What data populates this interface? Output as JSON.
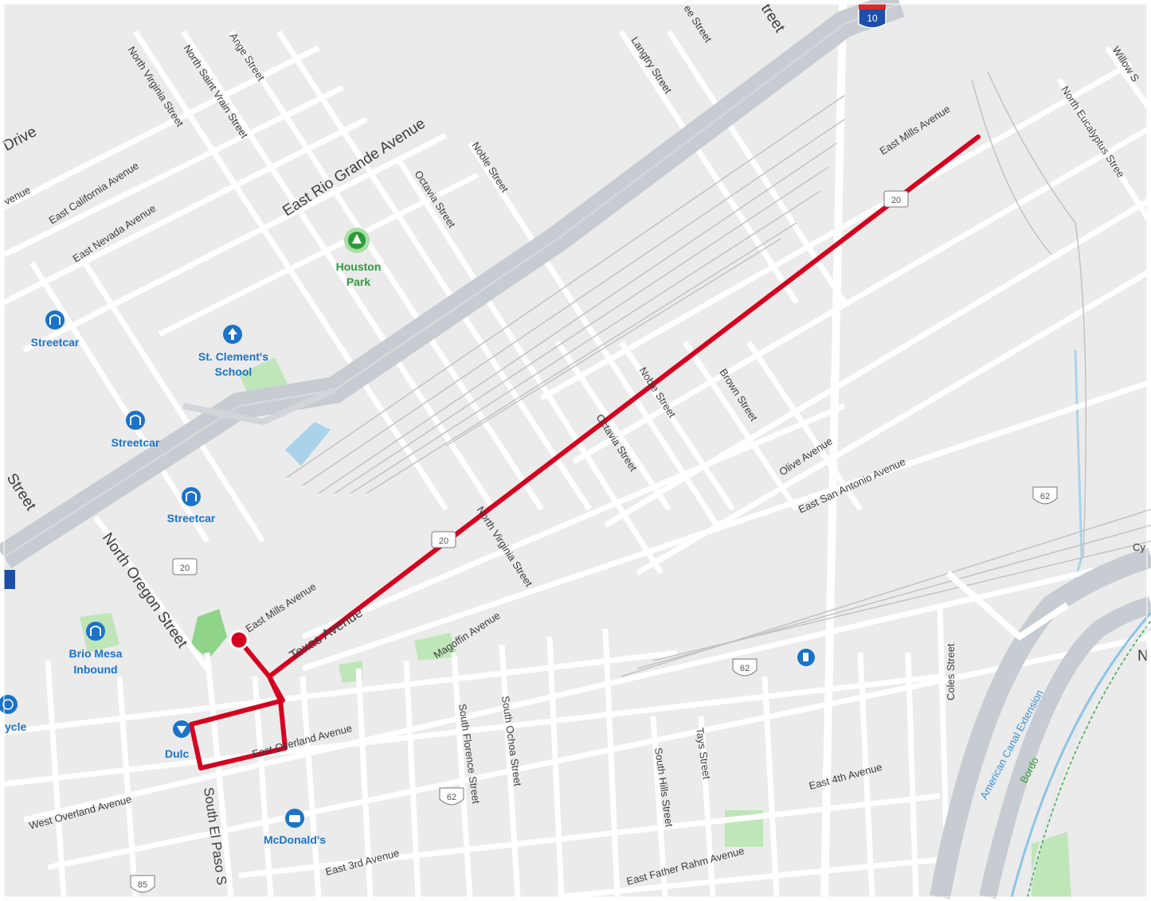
{
  "colors": {
    "background": "#ebebeb",
    "street": "#ffffff",
    "highway": "#c7ccd2",
    "park": "#a9dfa3",
    "water": "#aad3ea",
    "route": "#d4001f",
    "transit_blue": "#1a73c8",
    "park_label": "#2f9a3b",
    "rail": "#b8b8b8"
  },
  "streets": {
    "east_rio_grande": "East Rio Grande Avenue",
    "drive": "Drive",
    "avenue_left": "venue",
    "east_california": "East California Avenue",
    "east_nevada": "East Nevada Avenue",
    "north_virginia_top": "North Virginia Street",
    "north_saint_vrain": "North Saint Vrain Street",
    "ange": "Ange Street",
    "octavia_top": "Octavia Street",
    "noble_top": "Noble Street",
    "langtry": "Langtry Street",
    "ee_street": "ee Street",
    "treet": "treet",
    "east_mills_top": "East Mills Avenue",
    "north_eucalyptus": "North Eucalyptus Stree",
    "willow": "Willow S",
    "noble_mid": "Noble Street",
    "brown": "Brown Street",
    "octavia_mid": "Octavia Street",
    "olive": "Olive Avenue",
    "east_san_antonio": "East San Antonio Avenue",
    "north_virginia_mid": "North Virginia Street",
    "magoffin": "Magoffin Avenue",
    "texas": "Texas Avenue",
    "east_mills_bottom": "East Mills Avenue",
    "north_oregon": "North Oregon Street",
    "left_street": "Street",
    "east_overland": "East Overland Avenue",
    "west_overland": "West Overland Avenue",
    "south_el_paso": "South El Paso S",
    "south_florence": "South Florence Street",
    "south_ochoa": "South Ochoa Street",
    "south_hills": "South Hills Street",
    "tays": "Tays Street",
    "east_4th": "East 4th Avenue",
    "east_3rd": "East 3rd Avenue",
    "east_father_rahm": "East Father Rahm Avenue",
    "coles": "Coles Street",
    "american_canal": "American Canal Extension",
    "bordo": "Bordo",
    "cy": "Cy",
    "n_edge": "N"
  },
  "pois": {
    "houston_park": [
      "Houston",
      "Park"
    ],
    "st_clements": [
      "St. Clement's",
      "School"
    ],
    "streetcar_1": "Streetcar",
    "streetcar_2": "Streetcar",
    "streetcar_3": "Streetcar",
    "brio_mesa": [
      "Brio Mesa",
      "Inbound"
    ],
    "bicycle": "ycle",
    "dulce": "Dulc",
    "mcdonalds": "McDonald's"
  },
  "shields": {
    "i10": "10",
    "us20_top": "20",
    "us20_mid": "20",
    "us20_left": "20",
    "us62_right": "62",
    "us62_mid": "62",
    "us62_bottom": "62",
    "us85": "85"
  },
  "route": {
    "description_hidden": false
  }
}
